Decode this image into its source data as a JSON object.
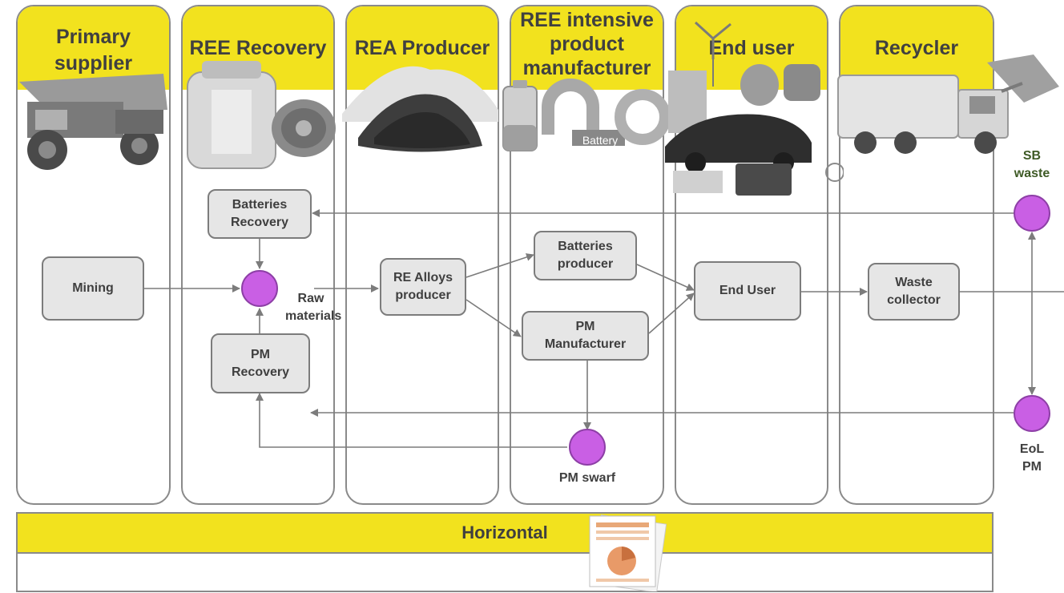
{
  "lanes": [
    {
      "id": "primary-supplier",
      "title": "Primary\nsupplier"
    },
    {
      "id": "ree-recovery",
      "title": "REE Recovery"
    },
    {
      "id": "rea-producer",
      "title": "REA Producer"
    },
    {
      "id": "ree-intensive",
      "title": "REE intensive\nproduct\nmanufacturer"
    },
    {
      "id": "end-user",
      "title": "End user"
    },
    {
      "id": "recycler",
      "title": "Recycler"
    }
  ],
  "boxes": {
    "mining": "Mining",
    "batteries_recovery": "Batteries\nRecovery",
    "pm_recovery": "PM\nRecovery",
    "re_alloys_producer": "RE Alloys\nproducer",
    "batteries_producer": "Batteries\nproducer",
    "pm_manufacturer": "PM\nManufacturer",
    "end_user": "End User",
    "waste_collector": "Waste\ncollector"
  },
  "nodes": {
    "raw_materials": "Raw\nmaterials",
    "pm_swarf": "PM swarf",
    "sb_waste": "SB\nwaste",
    "eol_pm": "EoL\nPM"
  },
  "illustrations": {
    "battery_label": "Battery"
  },
  "horizontal": {
    "title": "Horizontal"
  },
  "colors": {
    "header_yellow": "#f2e21e",
    "node_purple": "#c95fe4",
    "box_fill": "#e6e6e6",
    "line_gray": "#7c7c7c",
    "sb_waste_text": "#3e5a25"
  }
}
